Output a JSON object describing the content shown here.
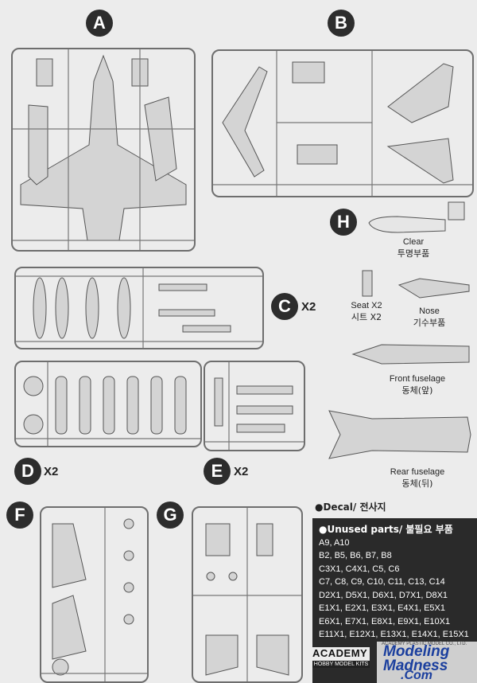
{
  "badges": {
    "a": "A",
    "b": "B",
    "c": "C",
    "d": "D",
    "e": "E",
    "f": "F",
    "g": "G",
    "h": "H"
  },
  "multipliers": {
    "c": "X2",
    "d": "X2",
    "e": "X2"
  },
  "labels": {
    "clear_en": "Clear",
    "clear_kr": "투명부품",
    "seat_en": "Seat X2",
    "seat_kr": "시트 X2",
    "nose_en": "Nose",
    "nose_kr": "기수부품",
    "front_en": "Front fuselage",
    "front_kr": "동체(앞)",
    "rear_en": "Rear fuselage",
    "rear_kr": "동체(뒤)"
  },
  "decal": "●Decal/ 전사지",
  "unused": {
    "header": "●Unused parts/ 불필요 부품",
    "lines": [
      "A9, A10",
      "B2, B5, B6, B7, B8",
      "C3X1, C4X1, C5, C6",
      "C7, C8, C9, C10, C11, C13, C14",
      "D2X1, D5X1, D6X1, D7X1, D8X1",
      "E1X1, E2X1, E3X1, E4X1, E5X1",
      "E6X1, E7X1, E8X1, E9X1, E10X1",
      "E11X1, E12X1, E13X1, E14X1, E15X1"
    ]
  },
  "branding": {
    "academy": "ACADEMY",
    "academy_sub": "HOBBY MODEL KITS",
    "mm_line1": "Modeling",
    "mm_line2": "Madness",
    "mm_line3": ".Com",
    "mm_small": "ACADEMY PLASTIC MODEL CO., LTD."
  }
}
